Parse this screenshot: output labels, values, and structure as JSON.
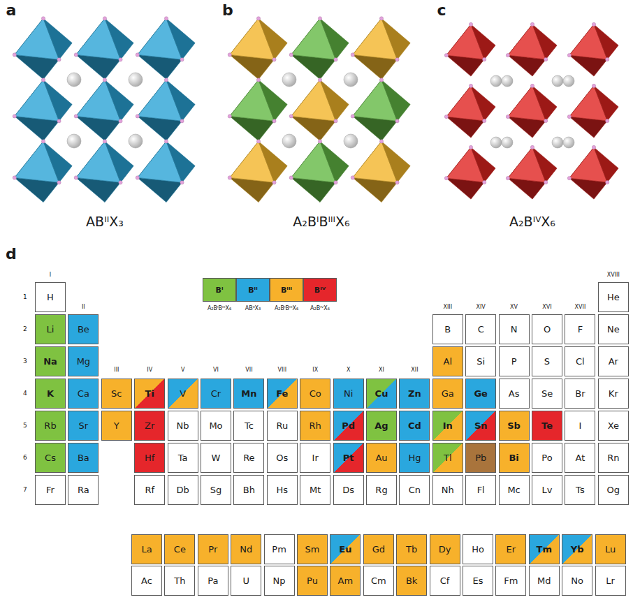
{
  "diagram": {
    "nodes": [
      {
        "text": [
          "H"
        ]
      },
      {
        "text": [
          "He"
        ]
      },
      {
        "text": [
          "Li"
        ]
      },
      {
        "text": [
          "Be"
        ]
      },
      {
        "text": [
          "B"
        ]
      },
      {
        "text": [
          "C"
        ]
      },
      {
        "text": [
          "N"
        ]
      },
      {
        "text": [
          "O"
        ]
      },
      {
        "text": [
          "F"
        ]
      },
      {
        "text": [
          "Ne"
        ]
      },
      {
        "text": [
          "Na"
        ]
      },
      {
        "text": [
          "Mg"
        ]
      },
      {
        "text": [
          "Al"
        ]
      },
      {
        "text": [
          "Si"
        ]
      },
      {
        "text": [
          "P"
        ]
      },
      {
        "text": [
          "S"
        ]
      },
      {
        "text": [
          "Cl"
        ]
      },
      {
        "text": [
          "Ar"
        ]
      },
      {
        "text": [
          "K"
        ]
      },
      {
        "text": [
          "Ca"
        ]
      },
      {
        "text": [
          "Sc"
        ]
      },
      {
        "text": [
          "Ti"
        ]
      },
      {
        "text": [
          "V"
        ]
      },
      {
        "text": [
          "Cr"
        ]
      },
      {
        "text": [
          "Mn"
        ]
      },
      {
        "text": [
          "Fe"
        ]
      },
      {
        "text": [
          "Co"
        ]
      },
      {
        "text": [
          "Ni"
        ]
      },
      {
        "text": [
          "Cu"
        ]
      },
      {
        "text": [
          "Zn"
        ]
      },
      {
        "text": [
          "Ga"
        ]
      },
      {
        "text": [
          "Ge"
        ]
      },
      {
        "text": [
          "As"
        ]
      },
      {
        "text": [
          "Se"
        ]
      },
      {
        "text": [
          "Br"
        ]
      },
      {
        "text": [
          "Kr"
        ]
      },
      {
        "text": [
          "Rb"
        ]
      },
      {
        "text": [
          "Sr"
        ]
      },
      {
        "text": [
          "Y"
        ]
      },
      {
        "text": [
          "Zr"
        ]
      },
      {
        "text": [
          "Nb"
        ]
      },
      {
        "text": [
          "Mo"
        ]
      },
      {
        "text": [
          "Tc"
        ]
      },
      {
        "text": [
          "Ru"
        ]
      },
      {
        "text": [
          "Rh"
        ]
      },
      {
        "text": [
          "Pd"
        ]
      },
      {
        "text": [
          "Ag"
        ]
      },
      {
        "text": [
          "Cd"
        ]
      },
      {
        "text": [
          "In"
        ]
      },
      {
        "text": [
          "Sn"
        ]
      },
      {
        "text": [
          "Sb"
        ]
      },
      {
        "text": [
          "Te"
        ]
      },
      {
        "text": [
          "I"
        ]
      },
      {
        "text": [
          "Xe"
        ]
      },
      {
        "text": [
          "Cs"
        ]
      },
      {
        "text": [
          "Ba"
        ]
      },
      {
        "text": [
          "Hf"
        ]
      },
      {
        "text": [
          "Ta"
        ]
      },
      {
        "text": [
          "W"
        ]
      },
      {
        "text": [
          "Re"
        ]
      },
      {
        "text": [
          "Os"
        ]
      },
      {
        "text": [
          "Ir"
        ]
      },
      {
        "text": [
          "Pt"
        ]
      },
      {
        "text": [
          "Au"
        ]
      },
      {
        "text": [
          "Hg"
        ]
      },
      {
        "text": [
          "Tl"
        ]
      },
      {
        "text": [
          "Pb"
        ]
      },
      {
        "text": [
          "Bi"
        ]
      },
      {
        "text": [
          "Po"
        ]
      },
      {
        "text": [
          "At"
        ]
      },
      {
        "text": [
          "Rn"
        ]
      },
      {
        "text": [
          "Fr"
        ]
      },
      {
        "text": [
          "Ra"
        ]
      },
      {
        "text": [
          "Rf"
        ]
      },
      {
        "text": [
          "Db"
        ]
      },
      {
        "text": [
          "Sg"
        ]
      },
      {
        "text": [
          "Bh"
        ]
      },
      {
        "text": [
          "Hs"
        ]
      },
      {
        "text": [
          "Mt"
        ]
      },
      {
        "text": [
          "Ds"
        ]
      },
      {
        "text": [
          "Rg"
        ]
      },
      {
        "text": [
          "Cn"
        ]
      },
      {
        "text": [
          "Nh"
        ]
      },
      {
        "text": [
          "Fl"
        ]
      },
      {
        "text": [
          "Mc"
        ]
      },
      {
        "text": [
          "Lv"
        ]
      },
      {
        "text": [
          "Ts"
        ]
      },
      {
        "text": [
          "Og"
        ]
      },
      {
        "text": [
          "La"
        ]
      },
      {
        "text": [
          "Ce"
        ]
      },
      {
        "text": [
          "Pr"
        ]
      },
      {
        "text": [
          "Nd"
        ]
      },
      {
        "text": [
          "Pm"
        ]
      },
      {
        "text": [
          "Sm"
        ]
      },
      {
        "text": [
          "Eu"
        ]
      },
      {
        "text": [
          "Gd"
        ]
      },
      {
        "text": [
          "Tb"
        ]
      },
      {
        "text": [
          "Dy"
        ]
      },
      {
        "text": [
          "Ho"
        ]
      },
      {
        "text": [
          "Er"
        ]
      },
      {
        "text": [
          "Tm"
        ]
      },
      {
        "text": [
          "Yb"
        ]
      },
      {
        "text": [
          "Lu"
        ]
      },
      {
        "text": [
          "Ac"
        ]
      },
      {
        "text": [
          "Th"
        ]
      },
      {
        "text": [
          "Pa"
        ]
      },
      {
        "text": [
          "U"
        ]
      },
      {
        "text": [
          "Np"
        ]
      },
      {
        "text": [
          "Pu"
        ]
      },
      {
        "text": [
          "Am"
        ]
      },
      {
        "text": [
          "Cm"
        ]
      },
      {
        "text": [
          "Bk"
        ]
      },
      {
        "text": [
          "Cf"
        ]
      },
      {
        "text": [
          "Es"
        ]
      },
      {
        "text": [
          "Fm"
        ]
      },
      {
        "text": [
          "Md"
        ]
      },
      {
        "text": [
          "No"
        ]
      },
      {
        "text": [
          "Lr"
        ]
      }
    ],
    "labels": [
      "a",
      "b",
      "c",
      "ABᴵᴵX₃",
      "A₂BᴵBᴵᴵᴵX₆",
      "A₂BᴵⱽX₆",
      "d",
      "A₂BᴵBᴵᴵᴵX₆",
      "ABᴵᴵX₃",
      "A₂BᴵBᴵᴵᴵX₆",
      "A₂BᴵⱽX₆",
      "I",
      "II",
      "III",
      "IV",
      "V",
      "VI",
      "VII",
      "VIII",
      "IX",
      "X",
      "XI",
      "XII",
      "XIII",
      "XIV",
      "XV",
      "XVI",
      "XVII",
      "XVIII",
      "1",
      "2",
      "3",
      "4",
      "5",
      "6",
      "7"
    ],
    "legend": [
      {
        "text": "Bᴵ",
        "color": "#7fc241"
      },
      {
        "text": "Bᴵᴵ",
        "color": "#2aa7de"
      },
      {
        "text": "Bᴵᴵᴵ",
        "color": "#f7b12b"
      },
      {
        "text": "Bᴵⱽ",
        "color": "#e5262b"
      }
    ]
  }
}
